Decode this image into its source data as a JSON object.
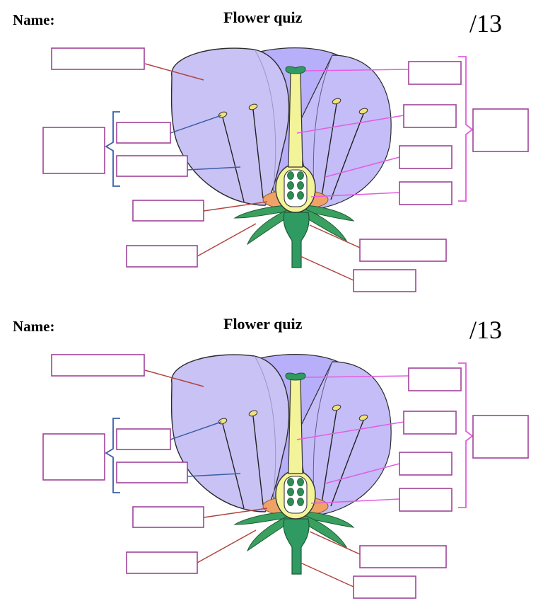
{
  "worksheet": {
    "name_label": "Name:",
    "title": "Flower quiz",
    "score_label": "/13",
    "copies": 2
  },
  "colors": {
    "box_border": "#a0439a",
    "petal_fill": "#c9c2f4",
    "petal_outline": "#2b2b2b",
    "pistil_fill": "#f3f39a",
    "stem_green": "#2f9a62",
    "sepal_green": "#3aa05f",
    "receptacle_orange": "#f0a266",
    "ovule_green": "#2f8c55",
    "leader_red": "#b04540",
    "leader_blue": "#3b5ea8",
    "leader_pink": "#e25ee0",
    "bracket_blue": "#3b5ea8",
    "bracket_pink": "#e25ee0"
  },
  "label_boxes": [
    "petal-box",
    "stamen-group-box",
    "anther-box",
    "filament-box",
    "receptacle-box",
    "sepal-box",
    "stigma-box",
    "style-box",
    "ovary-box",
    "ovule-box",
    "pistil-group-box",
    "stem-box",
    "peduncle-box"
  ]
}
